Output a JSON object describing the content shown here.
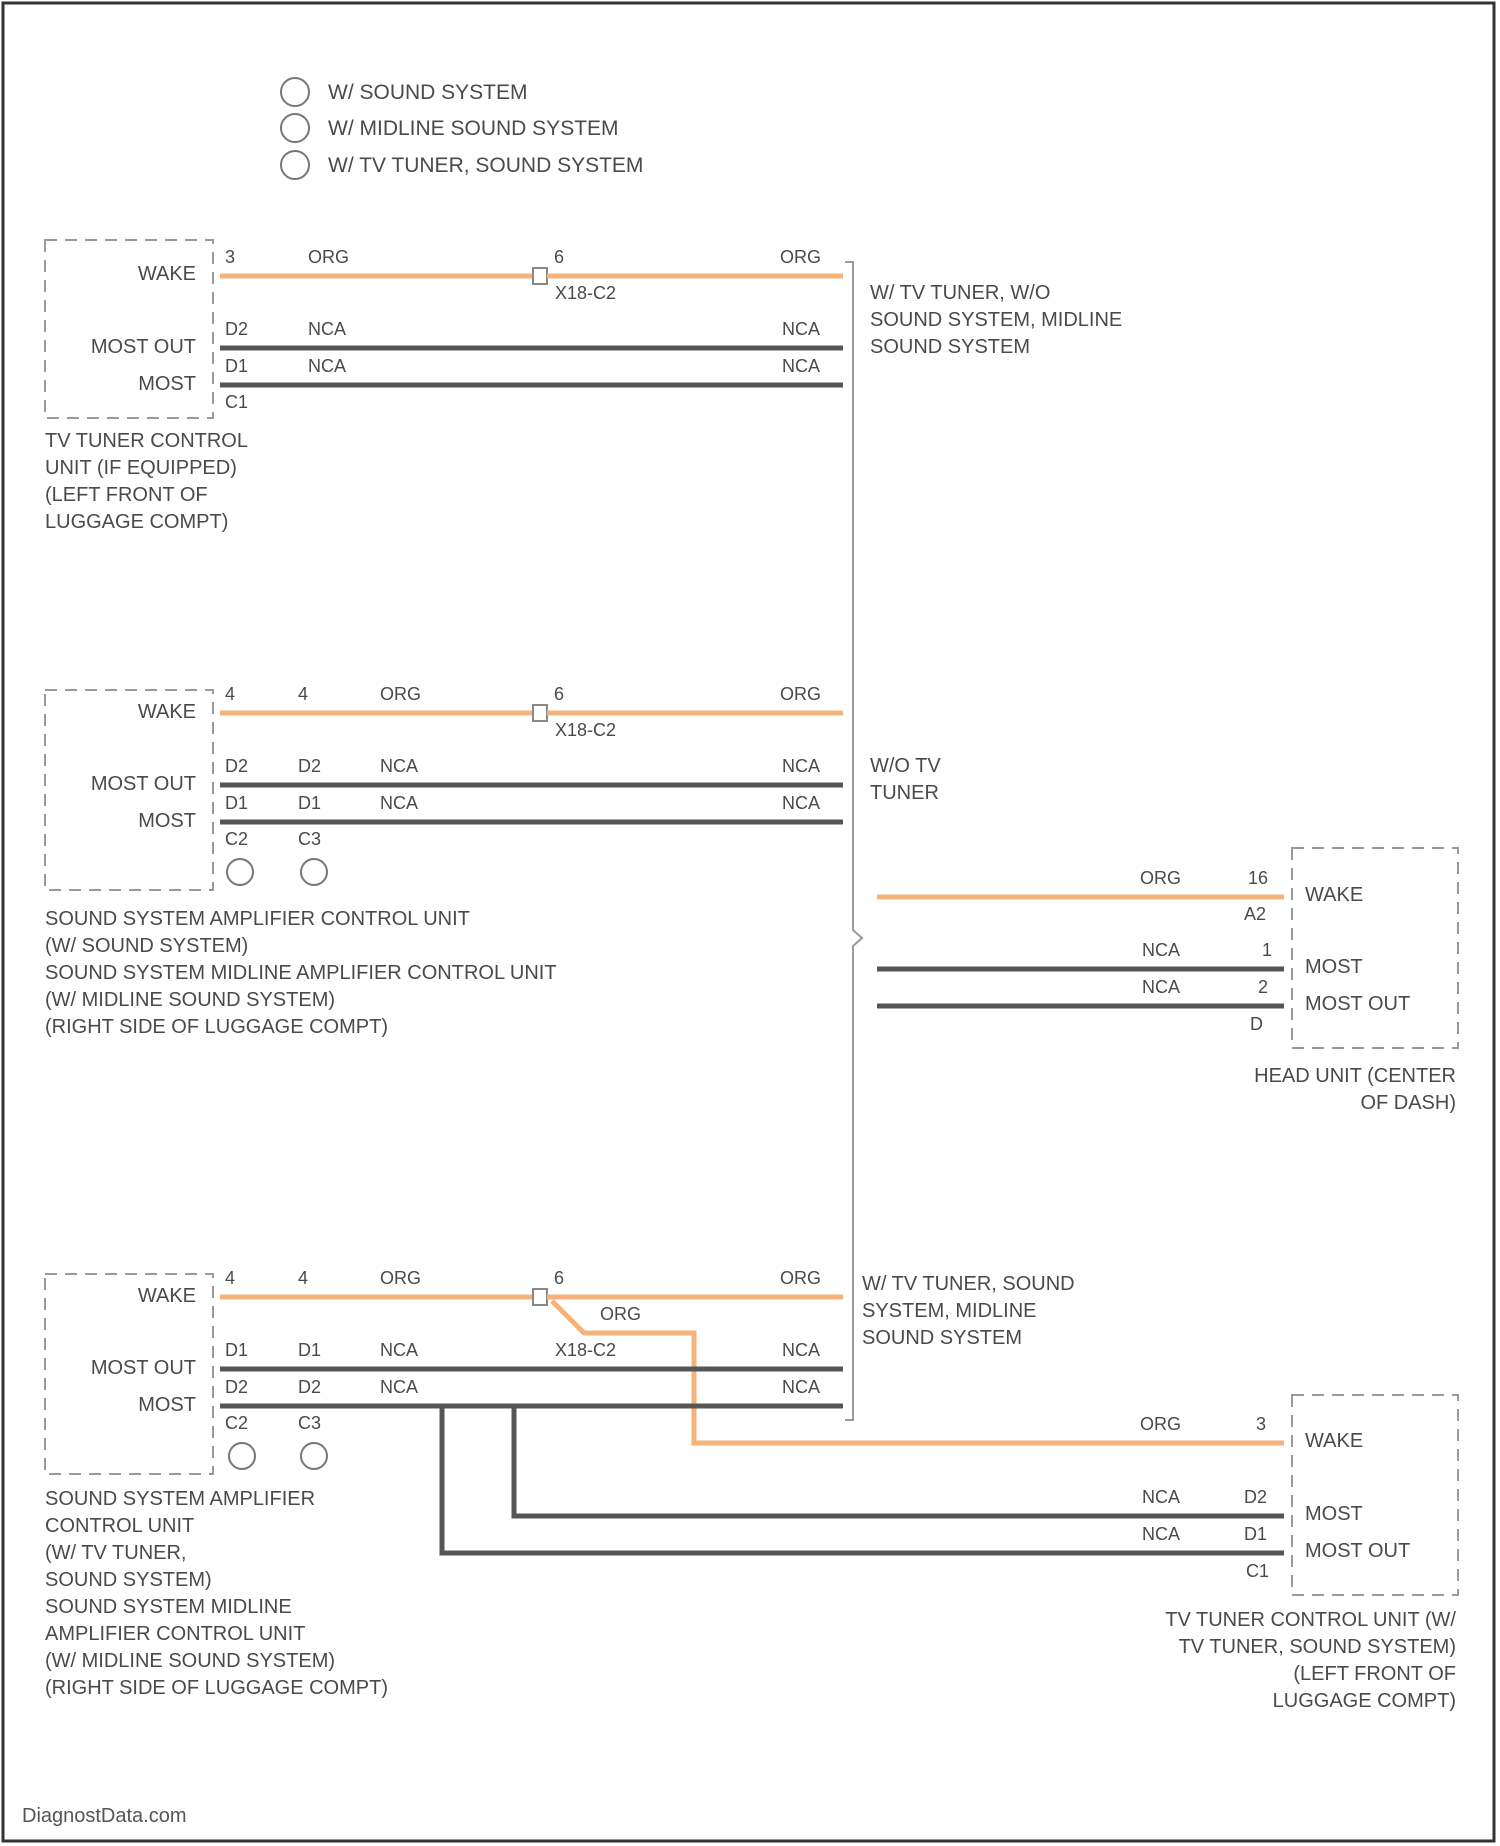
{
  "colors": {
    "org_wire": "#f5b27a",
    "nca_wire": "#555555",
    "box": "#9a9a9a",
    "text": "#4a4a4a"
  },
  "legend": [
    {
      "label": "W/ SOUND SYSTEM"
    },
    {
      "label": "W/ MIDLINE SOUND SYSTEM"
    },
    {
      "label": "W/ TV TUNER, SOUND SYSTEM"
    }
  ],
  "block1": {
    "pins": {
      "wake": "WAKE",
      "most_out": "MOST OUT",
      "most": "MOST"
    },
    "pin_nums": {
      "wake": "3",
      "most_out": "D2",
      "most": "D1",
      "extra": "C1"
    },
    "wires": {
      "wake_left": "ORG",
      "wake_right": "ORG",
      "nca1_left": "NCA",
      "nca1_right": "NCA",
      "nca2_left": "NCA",
      "nca2_right": "NCA"
    },
    "splice_pin": "6",
    "connector": "X18-C2",
    "component": [
      "TV TUNER CONTROL",
      "UNIT (IF EQUIPPED)",
      "(LEFT FRONT OF",
      "LUGGAGE COMPT)"
    ],
    "note": [
      "W/ TV TUNER, W/O",
      "SOUND SYSTEM, MIDLINE",
      "SOUND SYSTEM"
    ]
  },
  "block2": {
    "pins": {
      "wake": "WAKE",
      "most_out": "MOST OUT",
      "most": "MOST"
    },
    "pin_a": {
      "wake": "4",
      "most_out": "D2",
      "most": "D1",
      "extra": "C2"
    },
    "pin_b": {
      "wake": "4",
      "most_out": "D2",
      "most": "D1",
      "extra": "C3"
    },
    "wires": {
      "wake_left": "ORG",
      "wake_right": "ORG",
      "nca1_left": "NCA",
      "nca1_right": "NCA",
      "nca2_left": "NCA",
      "nca2_right": "NCA"
    },
    "splice_pin": "6",
    "connector": "X18-C2",
    "component": [
      "SOUND SYSTEM AMPLIFIER CONTROL UNIT",
      "(W/ SOUND SYSTEM)",
      "SOUND SYSTEM MIDLINE AMPLIFIER CONTROL UNIT",
      "(W/ MIDLINE SOUND SYSTEM)",
      "(RIGHT SIDE OF LUGGAGE COMPT)"
    ],
    "note": [
      "W/O TV",
      "TUNER"
    ]
  },
  "head_unit": {
    "pins": {
      "wake": "WAKE",
      "most": "MOST",
      "most_out": "MOST OUT"
    },
    "pin_nums": {
      "wake": "16",
      "wake_conn": "A2",
      "most": "1",
      "most_out": "2",
      "extra": "D"
    },
    "wires": {
      "wake": "ORG",
      "most": "NCA",
      "most_out": "NCA"
    },
    "component": [
      "HEAD UNIT (CENTER",
      "OF DASH)"
    ]
  },
  "block3": {
    "pins": {
      "wake": "WAKE",
      "most_out": "MOST OUT",
      "most": "MOST"
    },
    "pin_a": {
      "wake": "4",
      "most_out": "D1",
      "most": "D2",
      "extra": "C2"
    },
    "pin_b": {
      "wake": "4",
      "most_out": "D1",
      "most": "D2",
      "extra": "C3"
    },
    "wires": {
      "wake_left": "ORG",
      "wake_right": "ORG",
      "branch": "ORG",
      "nca1_left": "NCA",
      "nca1_right": "NCA",
      "nca2_left": "NCA",
      "nca2_right": "NCA"
    },
    "splice_pin": "6",
    "connector": "X18-C2",
    "component": [
      "SOUND SYSTEM AMPLIFIER",
      "CONTROL UNIT",
      "(W/ TV TUNER,",
      "SOUND SYSTEM)",
      "SOUND SYSTEM MIDLINE",
      "AMPLIFIER CONTROL UNIT",
      "(W/ MIDLINE SOUND SYSTEM)",
      "(RIGHT SIDE OF LUGGAGE COMPT)"
    ],
    "note": [
      "W/ TV TUNER, SOUND",
      "SYSTEM, MIDLINE",
      "SOUND SYSTEM"
    ]
  },
  "tv_unit": {
    "pins": {
      "wake": "WAKE",
      "most": "MOST",
      "most_out": "MOST OUT"
    },
    "pin_nums": {
      "wake": "3",
      "most": "D2",
      "most_out": "D1",
      "extra": "C1"
    },
    "wires": {
      "wake": "ORG",
      "most": "NCA",
      "most_out": "NCA"
    },
    "component": [
      "TV TUNER CONTROL UNIT (W/",
      "TV TUNER, SOUND SYSTEM)",
      "(LEFT FRONT OF",
      "LUGGAGE COMPT)"
    ]
  },
  "watermark": "DiagnostData.com"
}
